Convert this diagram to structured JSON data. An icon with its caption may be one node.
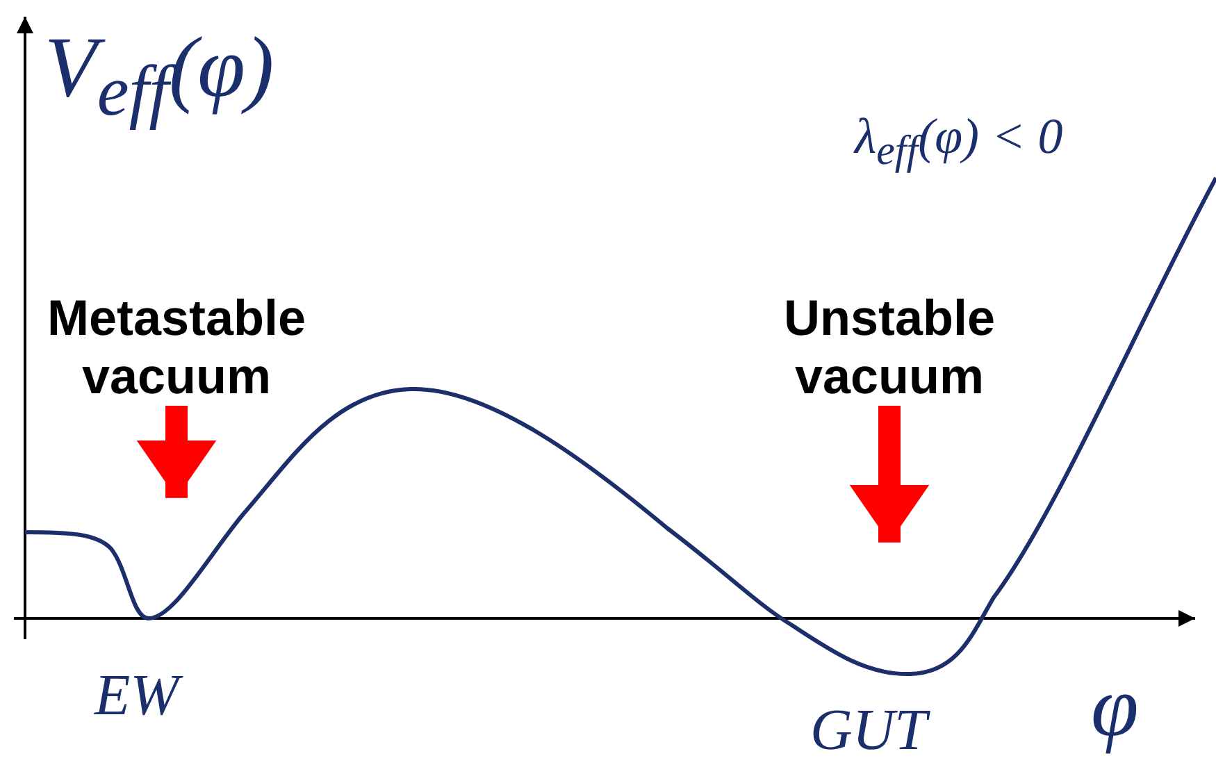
{
  "diagram": {
    "nodes": [
      {
        "text": [
          "Metastable vacuum"
        ]
      },
      {
        "text": [
          "Unstable vacuum"
        ]
      }
    ],
    "edges": [
      {
        "from": 0,
        "to": null,
        "arrow": "to",
        "color": "#ff0000"
      },
      {
        "from": 1,
        "to": null,
        "arrow": "to",
        "color": "#ff0000"
      }
    ],
    "labels": [
      "V$_{eff}$(φ)",
      "λ$_{eff}$(φ) < 0",
      "EW",
      "GUT",
      "φ"
    ]
  }
}
